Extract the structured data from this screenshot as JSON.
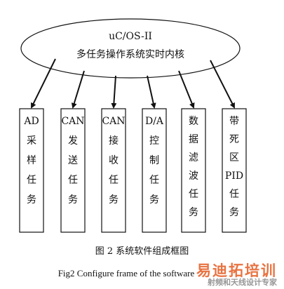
{
  "kernel": {
    "line1": "uC/OS-II",
    "line2": "多任务操作系统实时内核"
  },
  "tasks": [
    {
      "lines": [
        "AD",
        "采",
        "样",
        "任",
        "务"
      ]
    },
    {
      "lines": [
        "CAN",
        "发",
        "送",
        "任",
        "务"
      ]
    },
    {
      "lines": [
        "CAN",
        "接",
        "收",
        "任",
        "务"
      ]
    },
    {
      "lines": [
        "D/A",
        "控",
        "制",
        "任",
        "务"
      ]
    },
    {
      "lines": [
        "数",
        "据",
        "滤",
        "波",
        "任",
        "务"
      ]
    },
    {
      "lines": [
        "带",
        "死",
        "区",
        "PID",
        "任",
        "务"
      ]
    }
  ],
  "caption": {
    "cn": "图 2  系统软件组成框图",
    "en": "Fig2    Configure  frame  of  the  software"
  },
  "watermark": {
    "top": "易迪拓培训",
    "bottom": "射频和天线设计专家"
  }
}
